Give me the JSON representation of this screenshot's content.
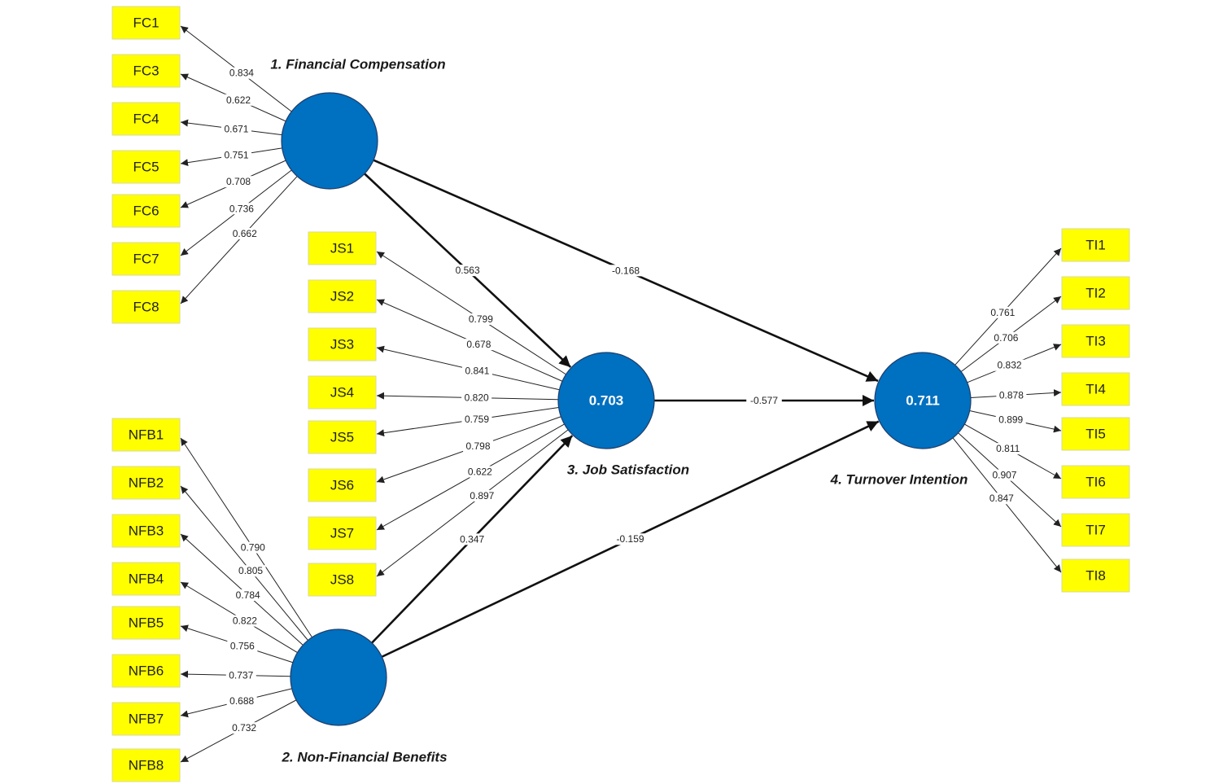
{
  "constructs": [
    {
      "id": "FC",
      "label": "1. Financial Compensation",
      "value": "",
      "indicators": [
        {
          "name": "FC1",
          "loading": "0.834"
        },
        {
          "name": "FC3",
          "loading": "0.622"
        },
        {
          "name": "FC4",
          "loading": "0.671"
        },
        {
          "name": "FC5",
          "loading": "0.751"
        },
        {
          "name": "FC6",
          "loading": "0.708"
        },
        {
          "name": "FC7",
          "loading": "0.736"
        },
        {
          "name": "FC8",
          "loading": "0.662"
        }
      ]
    },
    {
      "id": "NFB",
      "label": "2. Non-Financial Benefits",
      "value": "",
      "indicators": [
        {
          "name": "NFB1",
          "loading": "0.790"
        },
        {
          "name": "NFB2",
          "loading": "0.805"
        },
        {
          "name": "NFB3",
          "loading": "0.784"
        },
        {
          "name": "NFB4",
          "loading": "0.822"
        },
        {
          "name": "NFB5",
          "loading": "0.756"
        },
        {
          "name": "NFB6",
          "loading": "0.737"
        },
        {
          "name": "NFB7",
          "loading": "0.688"
        },
        {
          "name": "NFB8",
          "loading": "0.732"
        }
      ]
    },
    {
      "id": "JS",
      "label": "3. Job Satisfaction",
      "value": "0.703",
      "indicators": [
        {
          "name": "JS1",
          "loading": "0.799"
        },
        {
          "name": "JS2",
          "loading": "0.678"
        },
        {
          "name": "JS3",
          "loading": "0.841"
        },
        {
          "name": "JS4",
          "loading": "0.820"
        },
        {
          "name": "JS5",
          "loading": "0.759"
        },
        {
          "name": "JS6",
          "loading": "0.798"
        },
        {
          "name": "JS7",
          "loading": "0.622"
        },
        {
          "name": "JS8",
          "loading": "0.897"
        }
      ]
    },
    {
      "id": "TI",
      "label": "4. Turnover Intention",
      "value": "0.711",
      "indicators": [
        {
          "name": "TI1",
          "loading": "0.761"
        },
        {
          "name": "TI2",
          "loading": "0.706"
        },
        {
          "name": "TI3",
          "loading": "0.832"
        },
        {
          "name": "TI4",
          "loading": "0.878"
        },
        {
          "name": "TI5",
          "loading": "0.899"
        },
        {
          "name": "TI6",
          "loading": "0.811"
        },
        {
          "name": "TI7",
          "loading": "0.907"
        },
        {
          "name": "TI8",
          "loading": "0.847"
        }
      ]
    }
  ],
  "paths": [
    {
      "from": "FC",
      "to": "JS",
      "coef": "0.563"
    },
    {
      "from": "FC",
      "to": "TI",
      "coef": "-0.168"
    },
    {
      "from": "NFB",
      "to": "JS",
      "coef": "0.347"
    },
    {
      "from": "NFB",
      "to": "TI",
      "coef": "-0.159"
    },
    {
      "from": "JS",
      "to": "TI",
      "coef": "-0.577"
    }
  ],
  "colors": {
    "indicator_fill": "#ffff00",
    "construct_fill": "#0070c0",
    "edge": "#222222"
  }
}
